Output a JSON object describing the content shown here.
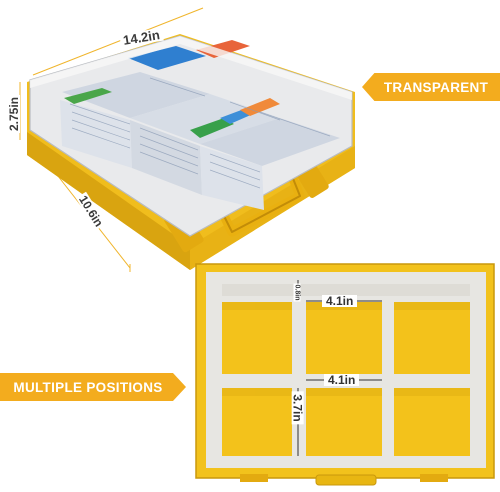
{
  "labels": {
    "transparent": "TRANSPARENT",
    "multiple_positions": "MULTIPLE POSITIONS"
  },
  "dimensions": {
    "width": "14.2in",
    "height": "2.75in",
    "depth": "10.6in",
    "compartment_width_top": "4.1in",
    "compartment_width_bottom": "4.1in",
    "compartment_height": "3.7in",
    "divider_height": "0.8in"
  },
  "colors": {
    "badge": "#f3ac1e",
    "case_yellow": "#f2c21c",
    "case_dark": "#c9980c",
    "divider_grey": "#e7e6e2"
  }
}
